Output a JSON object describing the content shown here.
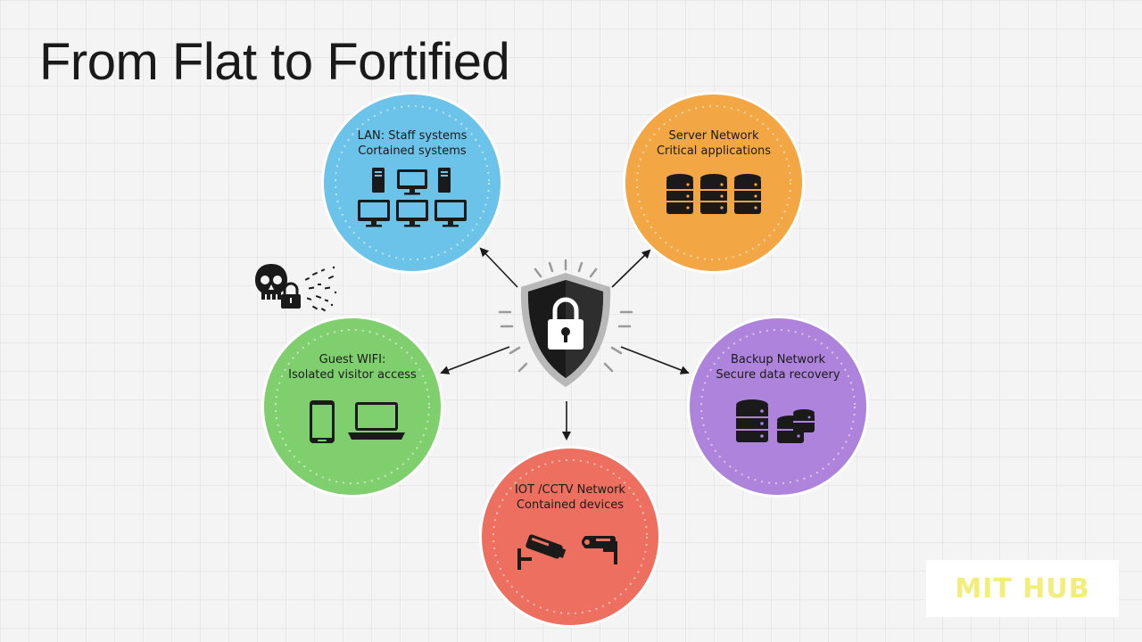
{
  "title": "From Flat to Fortified",
  "watermark": "MIT HUB",
  "nodes": {
    "lan": {
      "line1": "LAN: Staff systems",
      "line2": "Cortained systems",
      "color": "#6cc3ea",
      "icon": "computers-icon"
    },
    "server": {
      "line1": "Server Network",
      "line2": "Critical applications",
      "color": "#f2a644",
      "icon": "database-icon"
    },
    "guest": {
      "line1": "Guest WIFI:",
      "line2": "Isolated visitor access",
      "color": "#7fcf6e",
      "icon": "phone-laptop-icon"
    },
    "backup": {
      "line1": "Backup Network",
      "line2": "Secure data recovery",
      "color": "#ad83dc",
      "icon": "backup-storage-icon"
    },
    "iot": {
      "line1": "IOT /CCTV Network",
      "line2": "Contained devices",
      "color": "#ec6f60",
      "icon": "cctv-camera-icon"
    }
  },
  "center_icon": "shield-lock-icon",
  "threat_icon": "skull-lock-icon"
}
